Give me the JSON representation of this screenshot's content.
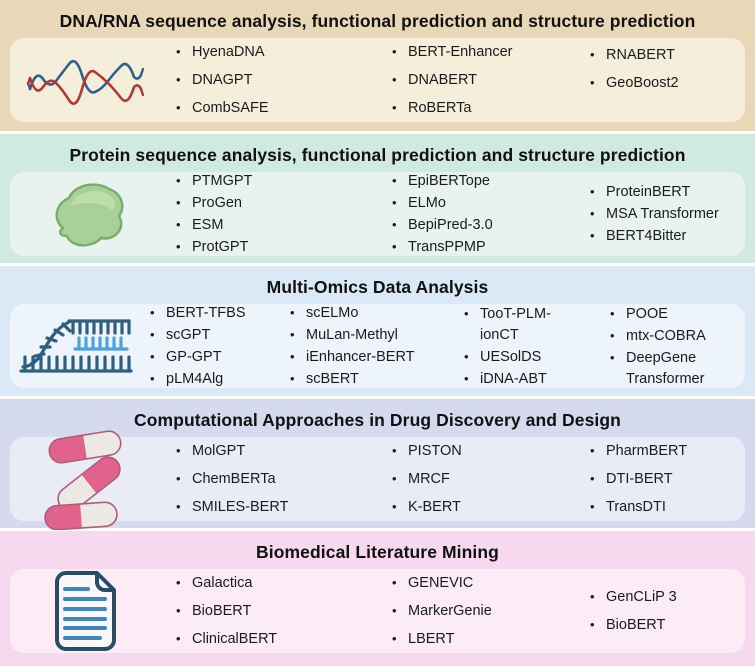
{
  "figure": {
    "bullet_glyph": "•",
    "text_color": "#1b1b1b",
    "sections": [
      {
        "title": "DNA/RNA sequence analysis, functional prediction and structure prediction",
        "band_color": "#e9d8b8",
        "panel_color": "#f4eeda",
        "icon": "dna-helix-icon",
        "columns": [
          [
            "HyenaDNA",
            "DNAGPT",
            "CombSAFE"
          ],
          [
            "BERT-Enhancer",
            "DNABERT",
            "RoBERTa"
          ],
          [
            "RNABERT",
            "GeoBoost2"
          ]
        ]
      },
      {
        "title": "Protein sequence analysis, functional prediction and structure prediction",
        "band_color": "#d1e9e3",
        "panel_color": "#e8f3ef",
        "icon": "protein-blob-icon",
        "columns": [
          [
            "PTMGPT",
            "ProGen",
            "ESM",
            "ProtGPT"
          ],
          [
            "EpiBERTope",
            "ELMo",
            "BepiPred-3.0",
            "TransPPMP"
          ],
          [
            "ProteinBERT",
            "MSA Transformer",
            "BERT4Bitter"
          ]
        ]
      },
      {
        "title": "Multi-Omics Data Analysis",
        "band_color": "#dbe9f6",
        "panel_color": "#eef4fb",
        "icon": "rna-transcription-icon",
        "columns": [
          [
            "BERT-TFBS",
            "scGPT",
            "GP-GPT",
            "pLM4Alg"
          ],
          [
            "scELMo",
            "MuLan-Methyl",
            "iEnhancer-BERT",
            "scBERT"
          ],
          [
            "TooT-PLM-\nionCT",
            "UESolDS",
            "iDNA-ABT"
          ],
          [
            "POOE",
            "mtx-COBRA",
            "DeepGene\nTransformer"
          ]
        ]
      },
      {
        "title": "Computational Approaches in Drug Discovery and Design",
        "band_color": "#d5daee",
        "panel_color": "#e9ecf7",
        "icon": "pills-icon",
        "columns": [
          [
            "MolGPT",
            "ChemBERTa",
            "SMILES-BERT"
          ],
          [
            "PISTON",
            "MRCF",
            "K-BERT"
          ],
          [
            "PharmBERT",
            "DTI-BERT",
            "TransDTI"
          ]
        ]
      },
      {
        "title": "Biomedical Literature Mining",
        "band_color": "#f6d9ee",
        "panel_color": "#fbecf6",
        "icon": "document-icon",
        "columns": [
          [
            "Galactica",
            "BioBERT",
            "ClinicalBERT"
          ],
          [
            "GENEVIC",
            "MarkerGenie",
            "LBERT"
          ],
          [
            "GenCLiP 3",
            "BioBERT"
          ]
        ]
      }
    ]
  }
}
